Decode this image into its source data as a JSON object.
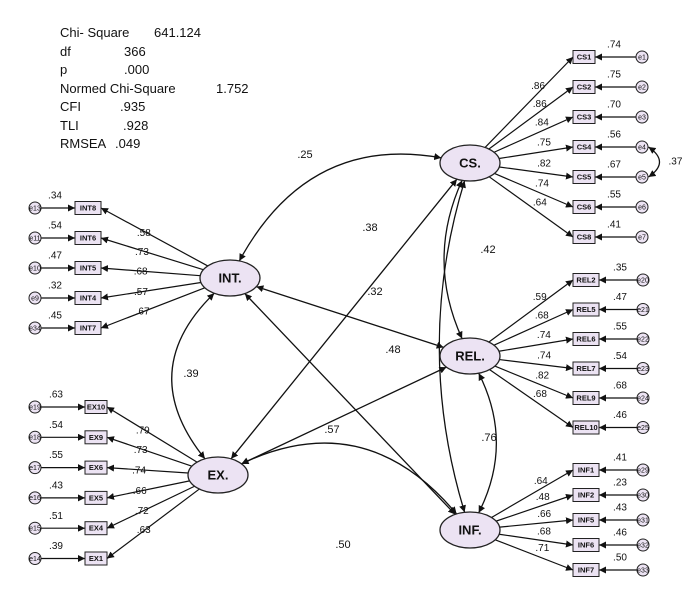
{
  "fit_stats": [
    {
      "label": "Chi- Square",
      "value": "641.124"
    },
    {
      "label": "df",
      "value": "366"
    },
    {
      "label": "p",
      "value": ".000"
    },
    {
      "label": "Normed Chi-Square",
      "value": "1.752"
    },
    {
      "label": "CFI",
      "value": ".935"
    },
    {
      "label": "TLI",
      "value": ".928"
    },
    {
      "label": "RMSEA",
      "value": ".049"
    }
  ],
  "latents": [
    {
      "id": "CS",
      "label": "CS."
    },
    {
      "id": "INT",
      "label": "INT."
    },
    {
      "id": "REL",
      "label": "REL."
    },
    {
      "id": "EX",
      "label": "EX."
    },
    {
      "id": "INF",
      "label": "INF."
    }
  ],
  "indicators": {
    "CS": [
      {
        "label": "CS1",
        "loading": ".86",
        "r2": ".74",
        "error": "e1"
      },
      {
        "label": "CS2",
        "loading": ".86",
        "r2": ".75",
        "error": "e2"
      },
      {
        "label": "CS3",
        "loading": ".84",
        "r2": ".70",
        "error": "e3"
      },
      {
        "label": "CS4",
        "loading": ".75",
        "r2": ".56",
        "error": "e4"
      },
      {
        "label": "CS5",
        "loading": ".82",
        "r2": ".67",
        "error": "e5"
      },
      {
        "label": "CS6",
        "loading": ".74",
        "r2": ".55",
        "error": "e6"
      },
      {
        "label": "CS8",
        "loading": ".64",
        "r2": ".41",
        "error": "e7"
      }
    ],
    "INT": [
      {
        "label": "INT8",
        "loading": ".58",
        "r2": ".34",
        "error": "e13"
      },
      {
        "label": "INT6",
        "loading": ".73",
        "r2": ".54",
        "error": "e11"
      },
      {
        "label": "INT5",
        "loading": ".68",
        "r2": ".47",
        "error": "e10"
      },
      {
        "label": "INT4",
        "loading": ".57",
        "r2": ".32",
        "error": "e9"
      },
      {
        "label": "INT7",
        "loading": ".67",
        "r2": ".45",
        "error": "e34"
      }
    ],
    "REL": [
      {
        "label": "REL2",
        "loading": ".59",
        "r2": ".35",
        "error": "e20"
      },
      {
        "label": "REL5",
        "loading": ".68",
        "r2": ".47",
        "error": "e21"
      },
      {
        "label": "REL6",
        "loading": ".74",
        "r2": ".55",
        "error": "e22"
      },
      {
        "label": "REL7",
        "loading": ".74",
        "r2": ".54",
        "error": "e23"
      },
      {
        "label": "REL9",
        "loading": ".82",
        "r2": ".68",
        "error": "e24"
      },
      {
        "label": "REL10",
        "loading": ".68",
        "r2": ".46",
        "error": "e25"
      }
    ],
    "EX": [
      {
        "label": "EX10",
        "loading": ".79",
        "r2": ".63",
        "error": "e19"
      },
      {
        "label": "EX9",
        "loading": ".73",
        "r2": ".54",
        "error": "e18"
      },
      {
        "label": "EX6",
        "loading": ".74",
        "r2": ".55",
        "error": "e17"
      },
      {
        "label": "EX5",
        "loading": ".66",
        "r2": ".43",
        "error": "e16"
      },
      {
        "label": "EX4",
        "loading": ".72",
        "r2": ".51",
        "error": "e15"
      },
      {
        "label": "EX1",
        "loading": ".63",
        "r2": ".39",
        "error": "e14"
      }
    ],
    "INF": [
      {
        "label": "INF1",
        "loading": ".64",
        "r2": ".41",
        "error": "e29"
      },
      {
        "label": "INF2",
        "loading": ".48",
        "r2": ".23",
        "error": "e30"
      },
      {
        "label": "INF5",
        "loading": ".66",
        "r2": ".43",
        "error": "e31"
      },
      {
        "label": "INF6",
        "loading": ".68",
        "r2": ".46",
        "error": "e32"
      },
      {
        "label": "INF7",
        "loading": ".71",
        "r2": ".50",
        "error": "e33"
      }
    ]
  },
  "covariances": [
    {
      "from": "CS",
      "to": "INT",
      "value": ".25"
    },
    {
      "from": "CS",
      "to": "EX",
      "value": ".38"
    },
    {
      "from": "CS",
      "to": "REL",
      "value": ".42"
    },
    {
      "from": "CS",
      "to": "INF",
      "value": ".48"
    },
    {
      "from": "INT",
      "to": "REL",
      "value": ".32"
    },
    {
      "from": "INT",
      "to": "EX",
      "value": ".39"
    },
    {
      "from": "INT",
      "to": "INF",
      "value": ""
    },
    {
      "from": "EX",
      "to": "REL",
      "value": ".57"
    },
    {
      "from": "REL",
      "to": "INF",
      "value": ".76"
    },
    {
      "from": "EX",
      "to": "INF",
      "value": ".50"
    }
  ],
  "error_covariance": {
    "from": "e4",
    "to": "e5",
    "value": ".37"
  }
}
